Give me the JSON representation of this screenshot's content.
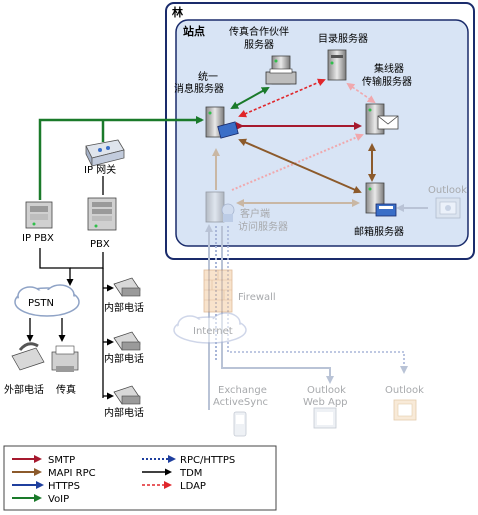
{
  "forest": {
    "label": "林"
  },
  "site": {
    "label": "站点"
  },
  "nodes": {
    "fax_partner": {
      "line1": "传真合作伙伴",
      "line2": "服务器"
    },
    "directory": {
      "label": "目录服务器"
    },
    "um": {
      "line1": "统一",
      "line2": "消息服务器"
    },
    "hub": {
      "line1": "集线器",
      "line2": "传输服务器"
    },
    "mailbox": {
      "label": "邮箱服务器"
    },
    "cas": {
      "line1": "客户端",
      "line2": "访问服务器"
    },
    "outlook_internal": {
      "label": "Outlook"
    },
    "ip_gateway": {
      "label": "IP 网关"
    },
    "ip_pbx": {
      "label": "IP PBX"
    },
    "pbx": {
      "label": "PBX"
    },
    "pstn": {
      "label": "PSTN"
    },
    "internal_phone": {
      "label": "内部电话"
    },
    "external_phone": {
      "label": "外部电话"
    },
    "fax": {
      "label": "传真"
    },
    "firewall": {
      "label": "Firewall"
    },
    "internet": {
      "label": "Internet"
    },
    "activesync": {
      "line1": "Exchange",
      "line2": "ActiveSync"
    },
    "owa": {
      "line1": "Outlook",
      "line2": "Web App"
    },
    "outlook_external": {
      "label": "Outlook"
    }
  },
  "legend": {
    "left": [
      {
        "label": "SMTP",
        "color": "#a6192e",
        "style": "solid"
      },
      {
        "label": "MAPI RPC",
        "color": "#8c5a2b",
        "style": "solid"
      },
      {
        "label": "HTTPS",
        "color": "#1f3f9e",
        "style": "solid"
      },
      {
        "label": "VoIP",
        "color": "#1a7a2a",
        "style": "solid"
      }
    ],
    "right": [
      {
        "label": "RPC/HTTPS",
        "color": "#1f3f9e",
        "style": "dotted"
      },
      {
        "label": "TDM",
        "color": "#000000",
        "style": "solid"
      },
      {
        "label": "LDAP",
        "color": "#e0262b",
        "style": "dotted"
      }
    ]
  },
  "colors": {
    "forest_fill": "#ffffff",
    "forest_border": "#1a2b6b",
    "site_fill": "#d8e4f5",
    "site_border": "#1a2b6b",
    "faded": "#b9c3d6"
  }
}
